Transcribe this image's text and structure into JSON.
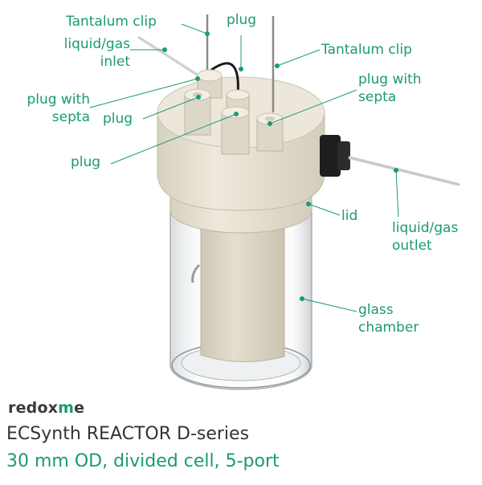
{
  "brand": {
    "name_left": "redox",
    "name_dot": "m",
    "name_right": "e"
  },
  "title": "ECSynth REACTOR D-series",
  "subtitle": "30 mm OD, divided cell, 5-port",
  "labels": {
    "tantalum_clip_left": "Tantalum clip",
    "liquid_gas_inlet_1": "liquid/gas",
    "liquid_gas_inlet_2": "inlet",
    "plug_top": "plug",
    "tantalum_clip_right": "Tantalum clip",
    "plug_with_septa_left_1": "plug with",
    "plug_with_septa_left_2": "septa",
    "plug_mid": "plug",
    "plug_with_septa_right_1": "plug with",
    "plug_with_septa_right_2": "septa",
    "plug_low": "plug",
    "lid": "lid",
    "liquid_gas_outlet_1": "liquid/gas",
    "liquid_gas_outlet_2": "outlet",
    "glass_chamber_1": "glass",
    "glass_chamber_2": "chamber"
  },
  "colors": {
    "accent": "#1a9a74",
    "body": "#e9e4d6",
    "text_dark": "#333333"
  }
}
